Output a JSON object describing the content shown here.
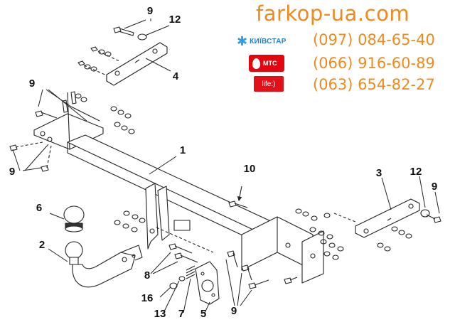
{
  "header": {
    "brand": "farkop-ua.com",
    "phones": [
      {
        "operator": "КИЇВСТАР",
        "number": "(097) 084-65-40"
      },
      {
        "operator": "МТС",
        "number": "(066) 916-60-89"
      },
      {
        "operator": "life:)",
        "number": "(063) 654-82-27"
      }
    ]
  },
  "callouts": {
    "c9a": "9",
    "c12a": "12",
    "c4": "4",
    "c9b": "9",
    "c9c": "9",
    "c1": "1",
    "c10": "10",
    "c3": "3",
    "c12b": "12",
    "c9d": "9",
    "c6": "6",
    "c2": "2",
    "c8": "8",
    "c16": "16",
    "c13": "13",
    "c7": "7",
    "c5": "5",
    "c9e": "9"
  },
  "colors": {
    "brand": "#f08a1f",
    "line": "#222222"
  }
}
